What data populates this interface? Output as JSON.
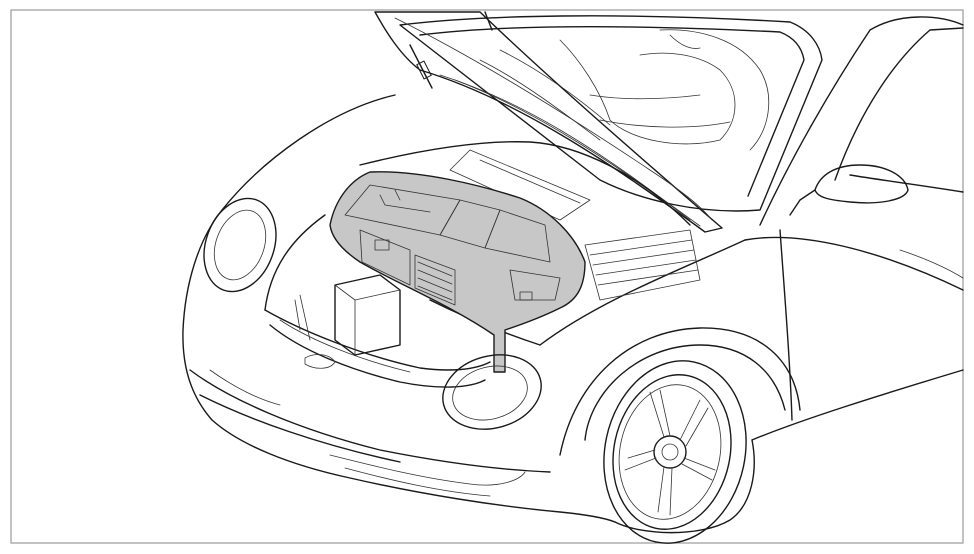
{
  "figure": {
    "subject": "car-front-trunk-cover",
    "colors": {
      "background": "#ffffff",
      "frame": "#9a9a9a",
      "line": "#1a1a1a",
      "highlight_fill": "#c7c7c7"
    },
    "highlighted_part": "front-luggage-compartment-cover",
    "icons": [
      "car-body-outline",
      "open-hood",
      "trunk-cover-highlight",
      "front-wheel",
      "headlights",
      "side-mirror",
      "hood-strut"
    ]
  }
}
